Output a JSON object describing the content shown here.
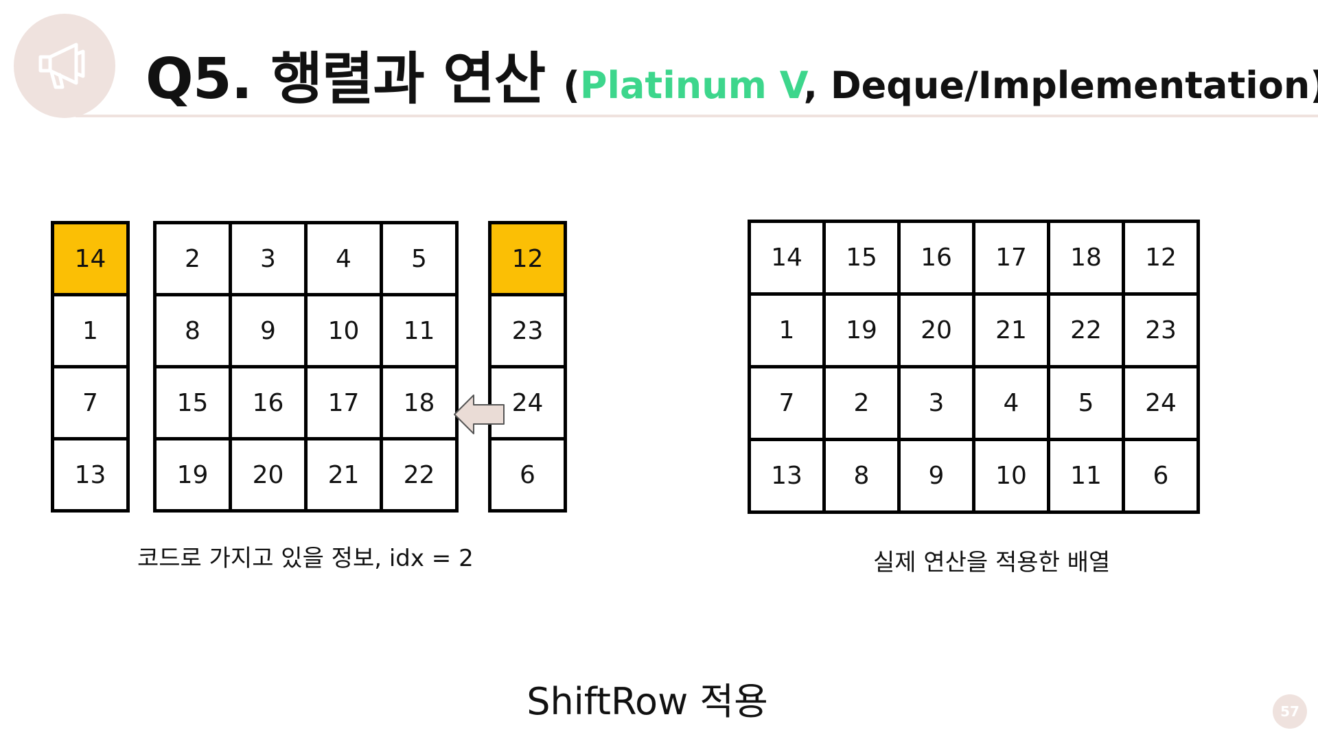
{
  "header": {
    "title_main": "Q5. 행렬과 연산",
    "title_open_paren": "(",
    "title_level": "Platinum V",
    "title_rest": ", Deque/Implementation)",
    "level_color": "#3dd68c",
    "icon": "megaphone-icon"
  },
  "left_panel": {
    "left_column": {
      "cells": [
        "14",
        "1",
        "7",
        "13"
      ],
      "highlight": [
        true,
        false,
        false,
        false
      ]
    },
    "middle_grid": {
      "rows": [
        [
          "2",
          "3",
          "4",
          "5"
        ],
        [
          "8",
          "9",
          "10",
          "11"
        ],
        [
          "15",
          "16",
          "17",
          "18"
        ],
        [
          "19",
          "20",
          "21",
          "22"
        ]
      ]
    },
    "right_column": {
      "cells": [
        "12",
        "23",
        "24",
        "6"
      ],
      "highlight": [
        true,
        false,
        false,
        false
      ]
    },
    "caption": "코드로 가지고 있을 정보, idx = 2"
  },
  "right_panel": {
    "rows": [
      [
        "14",
        "15",
        "16",
        "17",
        "18",
        "12"
      ],
      [
        "1",
        "19",
        "20",
        "21",
        "22",
        "23"
      ],
      [
        "7",
        "2",
        "3",
        "4",
        "5",
        "24"
      ],
      [
        "13",
        "8",
        "9",
        "10",
        "11",
        "6"
      ]
    ],
    "caption": "실제 연산을 적용한 배열"
  },
  "bottom_label": "ShiftRow 적용",
  "page_number": "57",
  "colors": {
    "highlight": "#fbbf05",
    "accent_bg": "#efe2de",
    "arrow_fill": "#eadcd6"
  }
}
